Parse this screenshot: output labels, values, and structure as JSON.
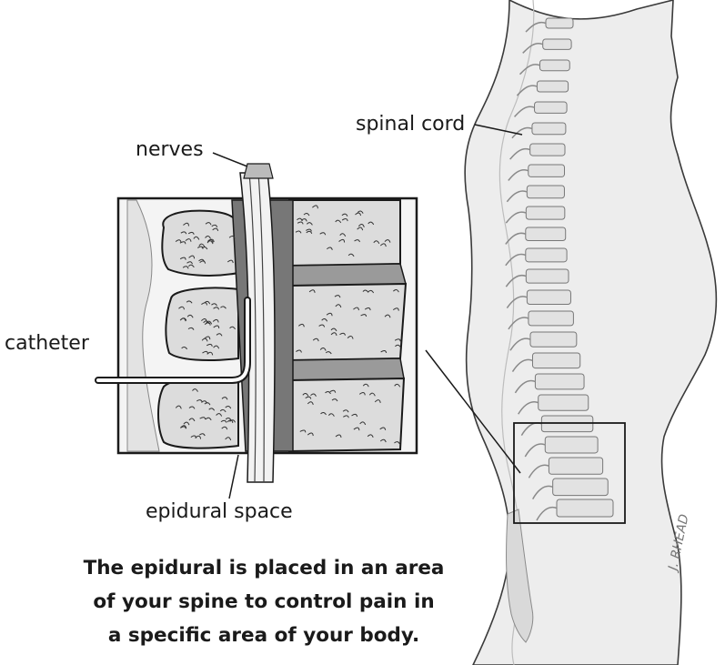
{
  "labels": {
    "nerves": "nerves",
    "spinal_cord": "spinal cord",
    "catheter": "catheter",
    "epidural_space": "epidural space"
  },
  "caption": {
    "line1": "The epidural is placed in an area",
    "line2": "of your spine to control pain in",
    "line3": "a specific area of your body."
  },
  "signature": "J. RHEAD",
  "colors": {
    "body_fill": "#eeeeee",
    "outline": "#1a1a1a",
    "vertebra_fill": "#e6e6e6",
    "disc_fill": "#9a9a9a",
    "canal_fill": "#6e6e6e"
  }
}
